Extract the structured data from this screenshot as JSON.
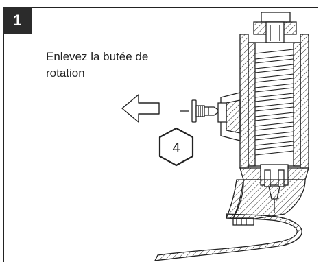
{
  "step": {
    "number": "1"
  },
  "instruction": {
    "text": "Enlevez la butée de rotation"
  },
  "tool": {
    "size_label": "4",
    "icon": "hex-key-icon"
  },
  "arrow": {
    "icon": "left-arrow-icon"
  },
  "colors": {
    "ink": "#222222",
    "badge_bg": "#2b2b2b",
    "badge_text": "#ffffff"
  }
}
